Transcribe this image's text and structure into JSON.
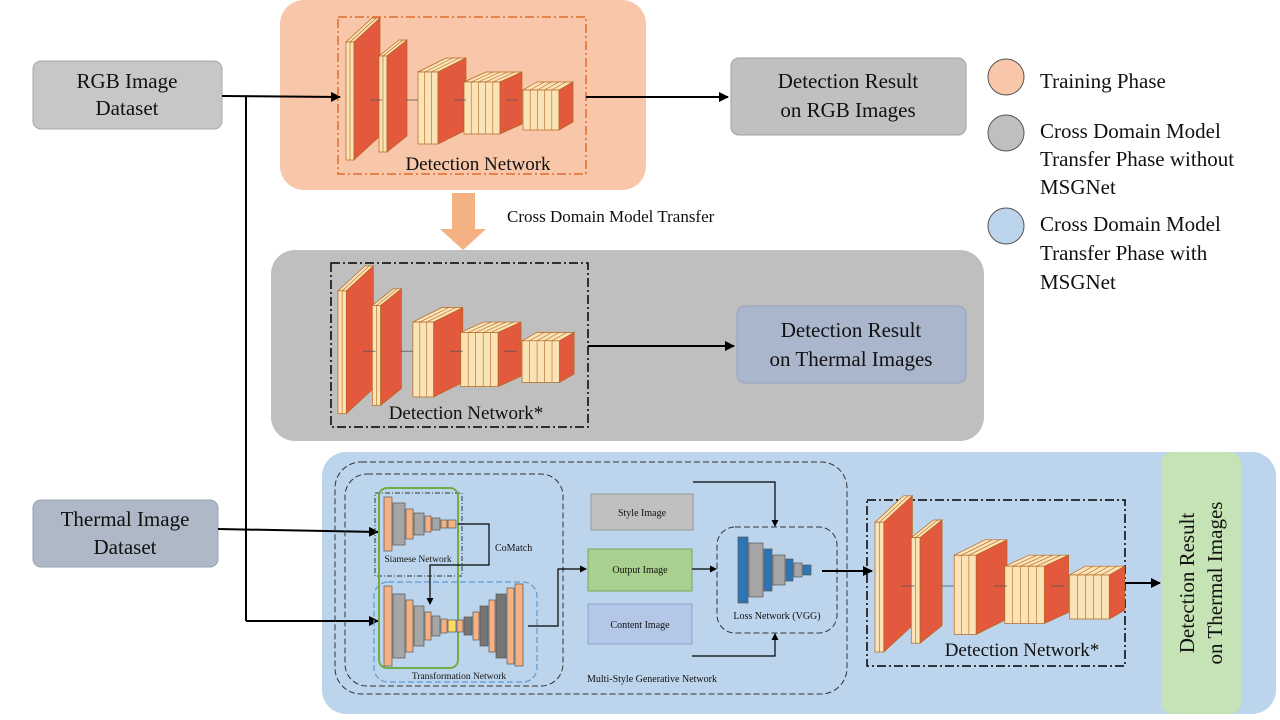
{
  "datasets": {
    "rgb_line1": "RGB Image",
    "rgb_line2": "Dataset",
    "thermal_line1": "Thermal Image",
    "thermal_line2": "Dataset"
  },
  "training": {
    "network_label": "Detection Network",
    "result_line1": "Detection Result",
    "result_line2": "on RGB Images"
  },
  "transfer": {
    "label": "Cross Domain Model Transfer",
    "network_label": "Detection Network*",
    "result_line1": "Detection Result",
    "result_line2": "on Thermal Images"
  },
  "msg": {
    "siamese": "Siamese Network",
    "comatch": "CoMatch",
    "transformation": "Transformation Network",
    "style_image": "Style Image",
    "output_image": "Output Image",
    "content_image": "Content Image",
    "loss_network": "Loss Network (VGG)",
    "generative": "Multi-Style Generative Network",
    "network_label": "Detection Network*",
    "result_line1": "Detection Result",
    "result_line2": "on Thermal Images"
  },
  "legend": {
    "training": "Training Phase",
    "without_1": "Cross Domain Model",
    "without_2": "Transfer Phase without",
    "without_3": "MSGNet",
    "with_1": "Cross Domain Model",
    "with_2": "Transfer Phase with",
    "with_3": "MSGNet"
  },
  "colors": {
    "training_bg": "#f8c6a8",
    "transfer_bg": "#bfbfbf",
    "msg_bg": "#bdd5ec",
    "dataset_rgb": "#c7c7c7",
    "dataset_thermal": "#aeb8c7",
    "result_thermal": "#aab6cc",
    "result_vertical": "#c5e3b4",
    "layer_face": "#e2593d",
    "layer_side": "#fbe3b8",
    "style_box": "#c0c0c0",
    "output_box": "#a9d08e",
    "content_box": "#b4c7e7",
    "vgg_blue": "#2e75b6"
  }
}
